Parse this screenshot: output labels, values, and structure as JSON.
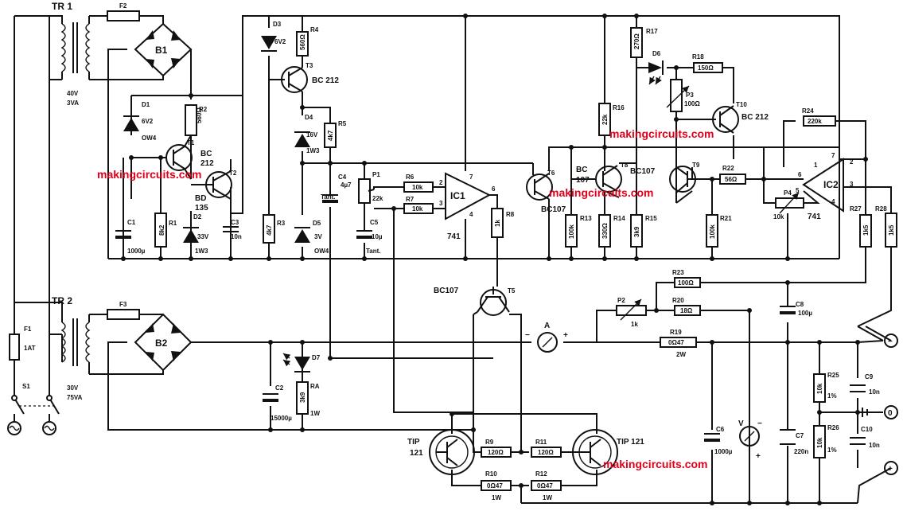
{
  "transformers": {
    "tr1": "TR 1",
    "tr1_rating": [
      "40V",
      "3VA"
    ],
    "tr2": "TR 2",
    "tr2_rating": [
      "30V",
      "75VA"
    ]
  },
  "fuses": {
    "f1": "F1",
    "f1_value": "1AT",
    "f2": "F2",
    "f3": "F3"
  },
  "switch": "S1",
  "bridges": {
    "b1": "B1",
    "b2": "B2"
  },
  "diodes": {
    "d1": "D1",
    "d1_value": "6V2",
    "d1_type": "OW4",
    "d2": "D2",
    "d2_value": "33V",
    "d2_type": "1W3",
    "d3": "D3",
    "d3_value": "6V2",
    "d4": "D4",
    "d4_value": "16V",
    "d4_type": "1W3",
    "d5": "D5",
    "d5_value": "3V",
    "d5_type": "OW4",
    "d6": "D6",
    "d7": "D7"
  },
  "resistors": {
    "r1": "R1",
    "r1_value": "8k2",
    "r2": "R2",
    "r2_value": "560Ω",
    "r3": "R3",
    "r3_value": "4k7",
    "r4": "R4",
    "r4_value": "560Ω",
    "r5": "R5",
    "r5_value": "4k7",
    "r6": "R6",
    "r6_value": "10k",
    "r7": "R7",
    "r7_value": "10k",
    "r8": "R8",
    "r8_value": "1k",
    "r9": "R9",
    "r9_value": "120Ω",
    "r10": "R10",
    "r10_value": "0Ω47",
    "r10_power": "1W",
    "r11": "R11",
    "r11_value": "120Ω",
    "r12": "R12",
    "r12_value": "0Ω47",
    "r12_power": "1W",
    "r13": "R13",
    "r13_value": "100k",
    "r14": "R14",
    "r14_value": "330Ω",
    "r15": "R15",
    "r15_value": "3k9",
    "r16": "R16",
    "r16_value": "22k",
    "r17": "R17",
    "r17_value": "270Ω",
    "r18": "R18",
    "r18_value": "150Ω",
    "r19": "R19",
    "r19_value": "0Ω47",
    "r19_power": "2W",
    "r20": "R20",
    "r20_value": "18Ω",
    "r21": "R21",
    "r21_value": "100k",
    "r22": "R22",
    "r22_value": "56Ω",
    "r23": "R23",
    "r23_value": "100Ω",
    "r24": "R24",
    "r24_value": "220k",
    "r25": "R25",
    "r25_value": "10k",
    "r25_tol": "1%",
    "r26": "R26",
    "r26_value": "10k",
    "r26_tol": "1%",
    "r27": "R27",
    "r27_value": "1k5",
    "r28": "R28",
    "r28_value": "1k5",
    "ra": "RA",
    "ra_value": "3k9",
    "ra_power": "1W"
  },
  "capacitors": {
    "c1": "C1",
    "c1_value": "1000µ",
    "c2": "C2",
    "c2_value": "15000µ",
    "c3": "C3",
    "c3_value": "10n",
    "c4": "C4",
    "c4_value": "4µ7",
    "c4_type": "Tant.",
    "c5": "C5",
    "c5_value": "10µ",
    "c5_type": "Tant.",
    "c6": "C6",
    "c6_value": "1000µ",
    "c7": "C7",
    "c7_value": "220n",
    "c8": "C8",
    "c8_value": "100µ",
    "c9": "C9",
    "c9_value": "10n",
    "c10": "C10",
    "c10_value": "10n"
  },
  "pots": {
    "p1": "P1",
    "p1_value": "22k",
    "p2": "P2",
    "p2_value": "1k",
    "p3": "P3",
    "p3_value": "100Ω",
    "p4": "P4",
    "p4_value": "10k"
  },
  "transistors": {
    "t1": "T1",
    "t1_type": [
      "BC",
      "212"
    ],
    "t2": "T2",
    "t2_type": [
      "BD",
      "135"
    ],
    "t3": "T3",
    "t3_type": "BC 212",
    "t5": "T5",
    "t5_type": "BC107",
    "t6": "T6",
    "t6_type": "BC107",
    "t7_type": [
      "BC",
      "107"
    ],
    "t8": "T8",
    "t8_type": "BC107",
    "t9": "T9",
    "t10": "T10",
    "t10_type": "BC 212",
    "tip_left": [
      "TIP",
      "121"
    ],
    "tip_right": "TIP 121"
  },
  "opamps": {
    "ic1": "IC1",
    "ic1_type": "741",
    "ic1_pins": [
      "2",
      "3",
      "7",
      "6",
      "4"
    ],
    "ic2": "IC2",
    "ic2_type": "741",
    "ic2_pins": [
      "1",
      "7",
      "2",
      "6",
      "5",
      "3",
      "4"
    ]
  },
  "meters": {
    "ammeter": "A",
    "voltmeter": "V",
    "plus": "+",
    "minus": "−"
  },
  "terminals": {
    "neg": "−",
    "zero": "0",
    "pos": "+"
  },
  "watermark": "makingcircuits.com"
}
